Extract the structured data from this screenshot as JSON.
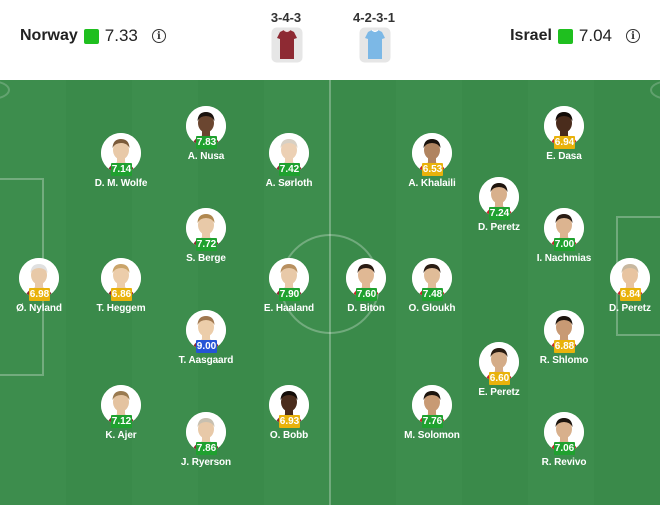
{
  "home": {
    "name": "Norway",
    "rating": "7.33",
    "formation": "3-4-3",
    "kit_color": "#8e2a33"
  },
  "away": {
    "name": "Israel",
    "rating": "7.04",
    "formation": "4-2-3-1",
    "kit_color": "#7cb8e6"
  },
  "info_glyph": "i",
  "colors": {
    "pitch": "#3a8a4a",
    "rating_green": "#1fa12f",
    "rating_yellow": "#e9b20b",
    "rating_blue": "#2454d6",
    "team_square": "#1fbf1f"
  },
  "players": [
    {
      "name": "Ø. Nyland",
      "rating": "6.98",
      "tier": "yellow",
      "team": "home",
      "skin": "#e8c9a8",
      "hair": "#e0e0e0"
    },
    {
      "name": "D. M. Wolfe",
      "rating": "7.14",
      "tier": "green",
      "team": "home",
      "skin": "#e8c9a8",
      "hair": "#7a5a3a"
    },
    {
      "name": "T. Heggem",
      "rating": "6.86",
      "tier": "yellow",
      "team": "home",
      "skin": "#eccdaa",
      "hair": "#caa46a"
    },
    {
      "name": "K. Ajer",
      "rating": "7.12",
      "tier": "green",
      "team": "home",
      "skin": "#e4c3a0",
      "hair": "#9a7a50"
    },
    {
      "name": "A. Nusa",
      "rating": "7.83",
      "tier": "green",
      "team": "home",
      "skin": "#6b4630",
      "hair": "#1c1410"
    },
    {
      "name": "S. Berge",
      "rating": "7.72",
      "tier": "green",
      "team": "home",
      "skin": "#e8c9a8",
      "hair": "#b08850"
    },
    {
      "name": "T. Aasgaard",
      "rating": "9.00",
      "tier": "blue",
      "team": "home",
      "skin": "#eccdaa",
      "hair": "#a07850"
    },
    {
      "name": "J. Ryerson",
      "rating": "7.86",
      "tier": "green",
      "team": "home",
      "skin": "#e8c9a8",
      "hair": "#c8c0b0"
    },
    {
      "name": "A. Sørloth",
      "rating": "7.42",
      "tier": "green",
      "team": "home",
      "skin": "#ecd0b4",
      "hair": "#d8d0c4"
    },
    {
      "name": "E. Haaland",
      "rating": "7.90",
      "tier": "green",
      "team": "home",
      "skin": "#e8c9a8",
      "hair": "#b89060"
    },
    {
      "name": "O. Bobb",
      "rating": "6.93",
      "tier": "yellow",
      "team": "home",
      "skin": "#4a2c1c",
      "hair": "#140c08"
    },
    {
      "name": "D. Biton",
      "rating": "7.60",
      "tier": "green",
      "team": "away",
      "skin": "#e0b894",
      "hair": "#2a1c14"
    },
    {
      "name": "O. Gloukh",
      "rating": "7.48",
      "tier": "green",
      "team": "away",
      "skin": "#e0bc98",
      "hair": "#2a1c14"
    },
    {
      "name": "M. Solomon",
      "rating": "7.76",
      "tier": "green",
      "team": "away",
      "skin": "#c89a74",
      "hair": "#1c140e"
    },
    {
      "name": "A. Khalaili",
      "rating": "6.53",
      "tier": "yellow",
      "team": "away",
      "skin": "#b08460",
      "hair": "#1a120c"
    },
    {
      "name": "D. Peretz",
      "rating": "7.24",
      "tier": "green",
      "team": "away",
      "skin": "#d8b08c",
      "hair": "#1e140e"
    },
    {
      "name": "E. Peretz",
      "rating": "6.60",
      "tier": "yellow",
      "team": "away",
      "skin": "#d4ac88",
      "hair": "#2a1c12"
    },
    {
      "name": "E. Dasa",
      "rating": "6.94",
      "tier": "yellow",
      "team": "away",
      "skin": "#4a2c1c",
      "hair": "#140c08"
    },
    {
      "name": "I. Nachmias",
      "rating": "7.00",
      "tier": "green",
      "team": "away",
      "skin": "#dcb490",
      "hair": "#2a1c14"
    },
    {
      "name": "R. Shlomo",
      "rating": "6.88",
      "tier": "yellow",
      "team": "away",
      "skin": "#c89a74",
      "hair": "#1c140e"
    },
    {
      "name": "R. Revivo",
      "rating": "7.06",
      "tier": "green",
      "team": "away",
      "skin": "#d8b08c",
      "hair": "#1c140e"
    },
    {
      "name": "D. Peretz",
      "rating": "6.84",
      "tier": "yellow",
      "team": "away",
      "skin": "#e8c4a0",
      "hair": "#c8b8a0"
    }
  ]
}
